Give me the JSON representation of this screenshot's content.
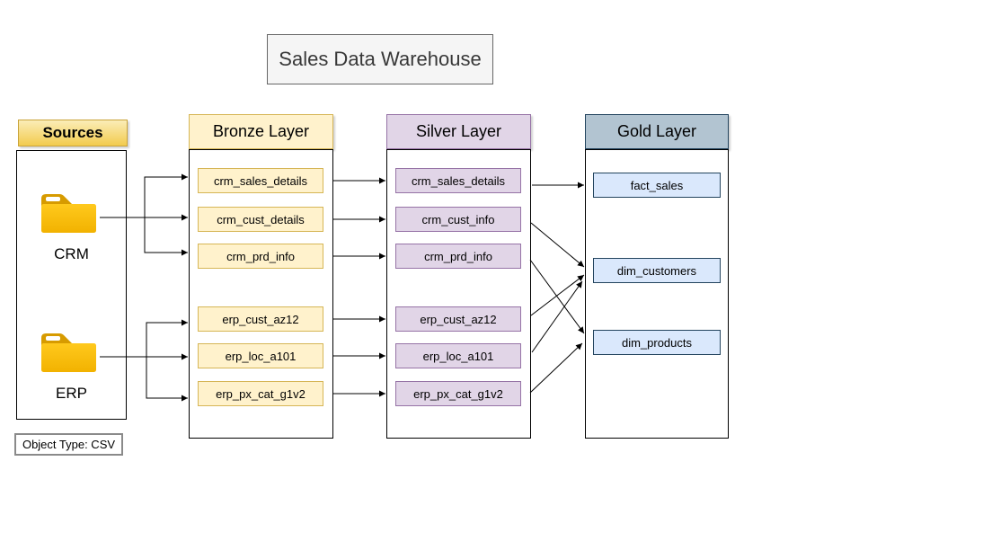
{
  "title": "Sales Data Warehouse",
  "sources": {
    "header": "Sources",
    "folders": [
      {
        "label": "CRM",
        "icon": "folder-icon"
      },
      {
        "label": "ERP",
        "icon": "folder-icon"
      }
    ],
    "note": "Object Type: CSV"
  },
  "layers": {
    "bronze": {
      "header": "Bronze Layer",
      "tables": [
        "crm_sales_details",
        "crm_cust_details",
        "crm_prd_info",
        "erp_cust_az12",
        "erp_loc_a101",
        "erp_px_cat_g1v2"
      ]
    },
    "silver": {
      "header": "Silver Layer",
      "tables": [
        "crm_sales_details",
        "crm_cust_info",
        "crm_prd_info",
        "erp_cust_az12",
        "erp_loc_a101",
        "erp_px_cat_g1v2"
      ]
    },
    "gold": {
      "header": "Gold Layer",
      "tables": [
        "fact_sales",
        "dim_customers",
        "dim_products"
      ]
    }
  },
  "connections": [
    {
      "from": "sources.CRM",
      "to": "bronze.crm_sales_details"
    },
    {
      "from": "sources.CRM",
      "to": "bronze.crm_cust_details"
    },
    {
      "from": "sources.CRM",
      "to": "bronze.crm_prd_info"
    },
    {
      "from": "sources.ERP",
      "to": "bronze.erp_cust_az12"
    },
    {
      "from": "sources.ERP",
      "to": "bronze.erp_loc_a101"
    },
    {
      "from": "sources.ERP",
      "to": "bronze.erp_px_cat_g1v2"
    },
    {
      "from": "bronze.crm_sales_details",
      "to": "silver.crm_sales_details"
    },
    {
      "from": "bronze.crm_cust_details",
      "to": "silver.crm_cust_info"
    },
    {
      "from": "bronze.crm_prd_info",
      "to": "silver.crm_prd_info"
    },
    {
      "from": "bronze.erp_cust_az12",
      "to": "silver.erp_cust_az12"
    },
    {
      "from": "bronze.erp_loc_a101",
      "to": "silver.erp_loc_a101"
    },
    {
      "from": "bronze.erp_px_cat_g1v2",
      "to": "silver.erp_px_cat_g1v2"
    },
    {
      "from": "silver.crm_sales_details",
      "to": "gold.fact_sales"
    },
    {
      "from": "silver.crm_cust_info",
      "to": "gold.dim_customers"
    },
    {
      "from": "silver.crm_prd_info",
      "to": "gold.dim_products"
    },
    {
      "from": "silver.erp_cust_az12",
      "to": "gold.dim_customers"
    },
    {
      "from": "silver.erp_loc_a101",
      "to": "gold.dim_customers"
    },
    {
      "from": "silver.erp_px_cat_g1v2",
      "to": "gold.dim_products"
    }
  ],
  "colors": {
    "bronze_fill": "#FFF2CC",
    "bronze_border": "#D6B656",
    "silver_fill": "#E1D5E7",
    "silver_border": "#9673A6",
    "gold_header_fill": "#B2C4D1",
    "gold_item_fill": "#DAE8FC",
    "gold_border": "#23445E",
    "sources_header_top": "#FBEDB7",
    "sources_header_bottom": "#F2CB4E",
    "folder_body": "#FFC719",
    "folder_tab": "#D79B00",
    "title_fill": "#F5F5F5",
    "arrow": "#000000"
  }
}
